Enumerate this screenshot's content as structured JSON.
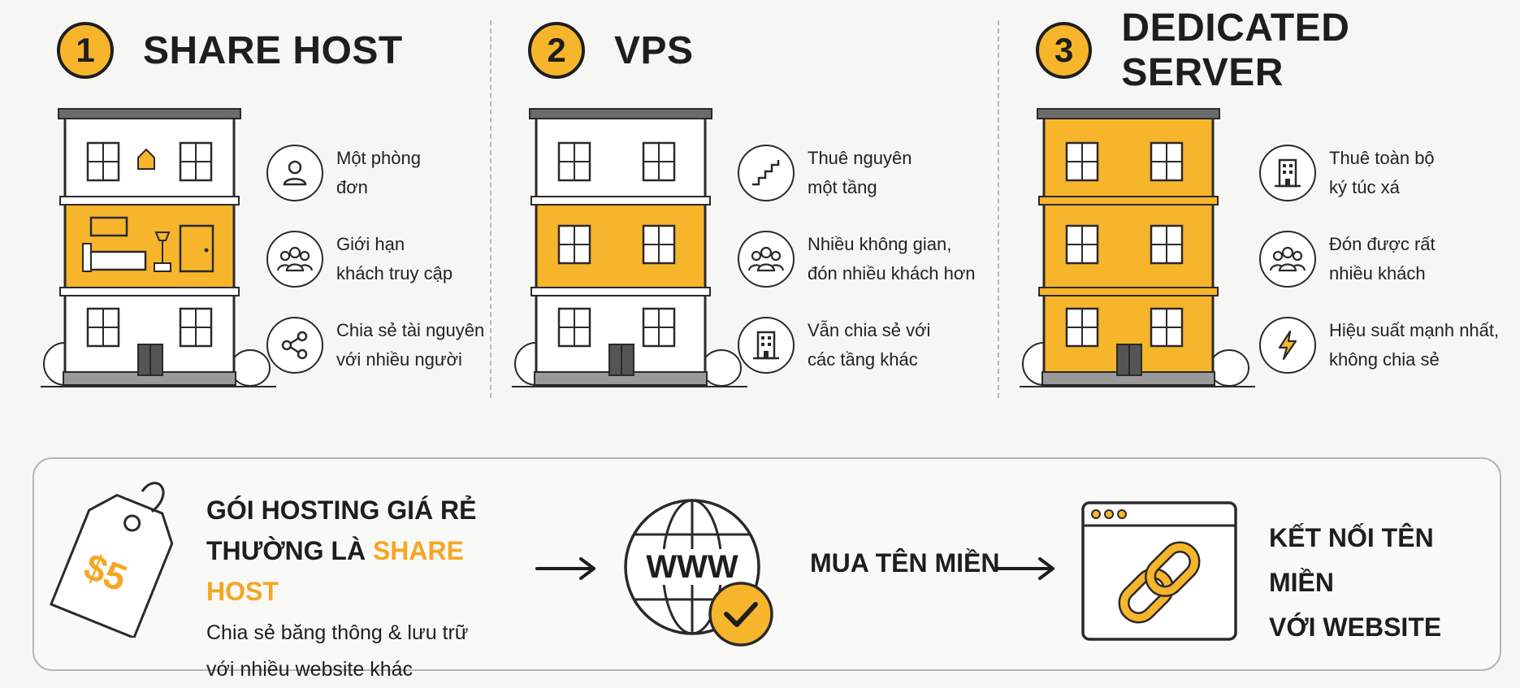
{
  "columns": [
    {
      "number": "1",
      "title": "SHARE HOST",
      "features": [
        {
          "icon": "person-icon",
          "text": "Một phòng\nđơn"
        },
        {
          "icon": "group-icon",
          "text": "Giới hạn\nkhách truy cập"
        },
        {
          "icon": "share-icon",
          "text": "Chia sẻ tài nguyên\nvới nhiều người"
        }
      ]
    },
    {
      "number": "2",
      "title": "VPS",
      "features": [
        {
          "icon": "stairs-icon",
          "text": "Thuê nguyên\nmột tầng"
        },
        {
          "icon": "group-icon",
          "text": "Nhiều không gian,\nđón nhiều khách hơn"
        },
        {
          "icon": "building-icon",
          "text": "Vẫn chia sẻ với\ncác tầng khác"
        }
      ]
    },
    {
      "number": "3",
      "title": "DEDICATED SERVER",
      "features": [
        {
          "icon": "building-icon",
          "text": "Thuê toàn bộ\nký túc xá"
        },
        {
          "icon": "group-icon",
          "text": "Đón được rất\nnhiều khách"
        },
        {
          "icon": "lightning-icon",
          "text": "Hiệu suất mạnh nhất,\nkhông chia sẻ"
        }
      ]
    }
  ],
  "banner": {
    "price_tag": "$5",
    "cheap_title_line1": "GÓI HOSTING GIÁ RẺ",
    "cheap_title_line2_prefix": "THƯỜNG LÀ ",
    "cheap_title_highlight": "SHARE HOST",
    "cheap_subtitle": "Chia sẻ băng thông & lưu trữ\nvới nhiều website khác",
    "globe_label": "WWW",
    "buy_domain": "MUA TÊN MIỀN",
    "connect_text": "KẾT NỐI TÊN MIỀN\nVỚI WEBSITE"
  },
  "colors": {
    "accent": "#f7b52c",
    "highlight_text": "#f5a623",
    "ink": "#1e1e1e"
  }
}
